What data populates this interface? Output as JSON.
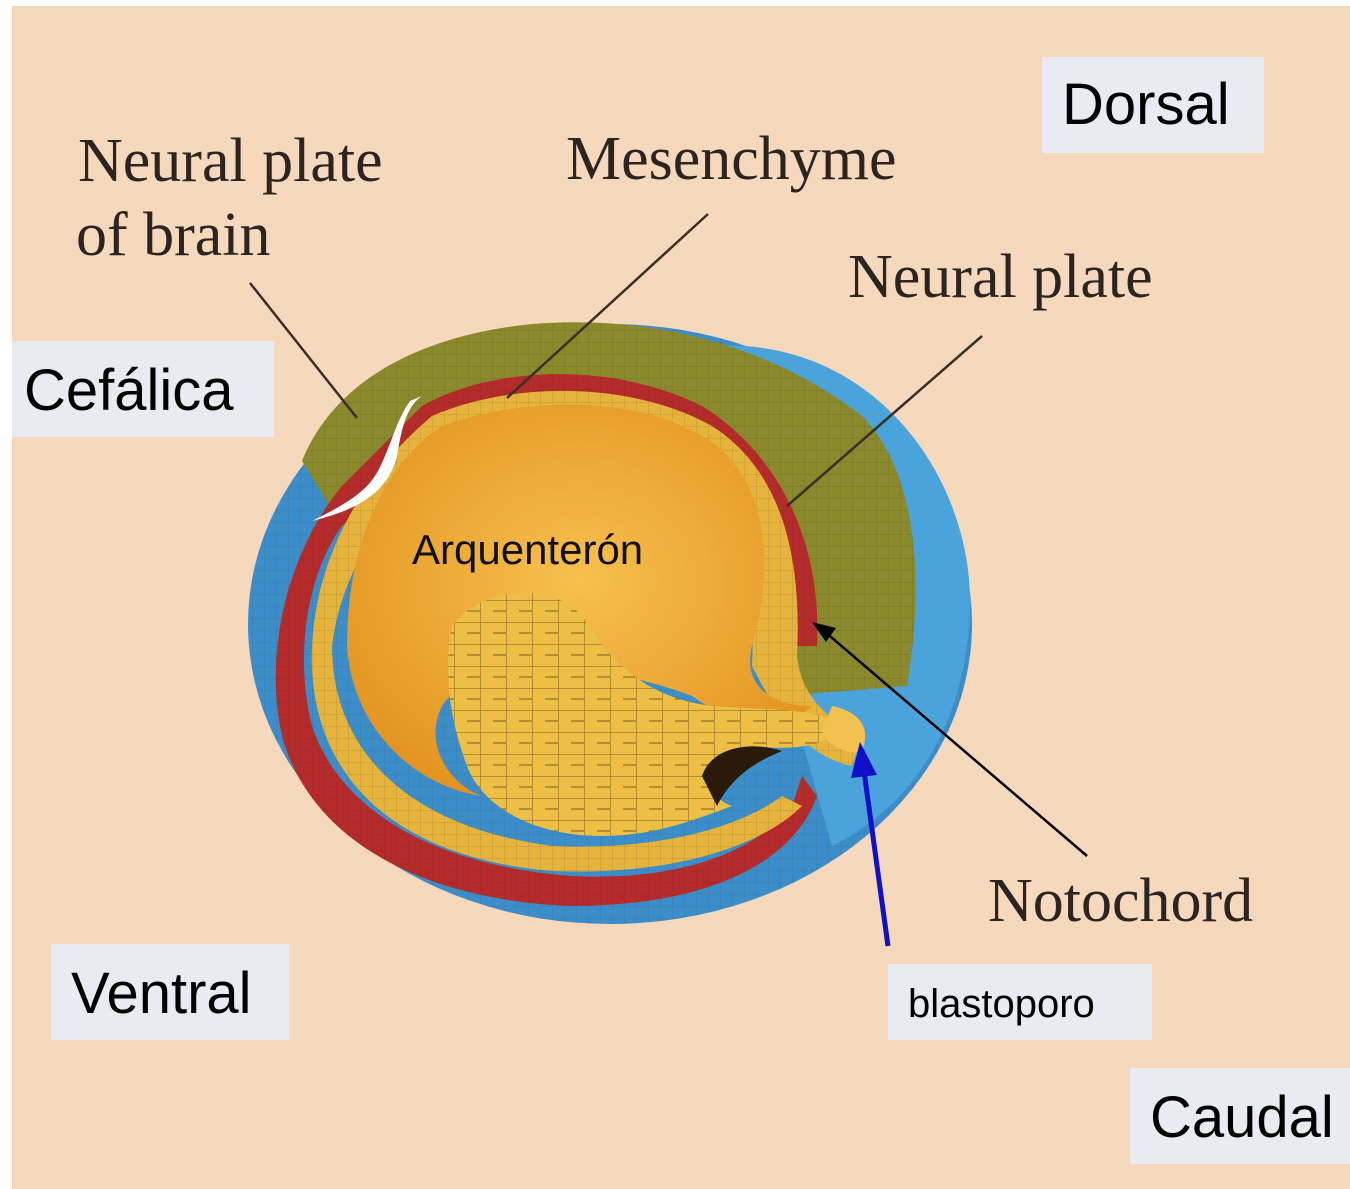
{
  "orientation": {
    "dorsal": "Dorsal",
    "cephalic": "Cefálica",
    "ventral": "Ventral",
    "caudal": "Caudal"
  },
  "structures": {
    "neural_plate_of_brain_line1": "Neural plate",
    "neural_plate_of_brain_line2": "of brain",
    "mesenchyme": "Mesenchyme",
    "neural_plate": "Neural plate",
    "notochord": "Notochord",
    "archenteron": "Arquenterón",
    "blastopore": "blastoporo"
  },
  "colors": {
    "background": "#f6d8bd",
    "label_box": "#e9ebf2",
    "ectoderm_blue": "#3b8ec9",
    "neural_olive": "#8a8a2c",
    "mesoderm_red": "#b52a2a",
    "endoderm_yellow": "#e6b43c",
    "archenteron_orange": "#eca12c",
    "blastopore_arrow": "#1010c8"
  }
}
